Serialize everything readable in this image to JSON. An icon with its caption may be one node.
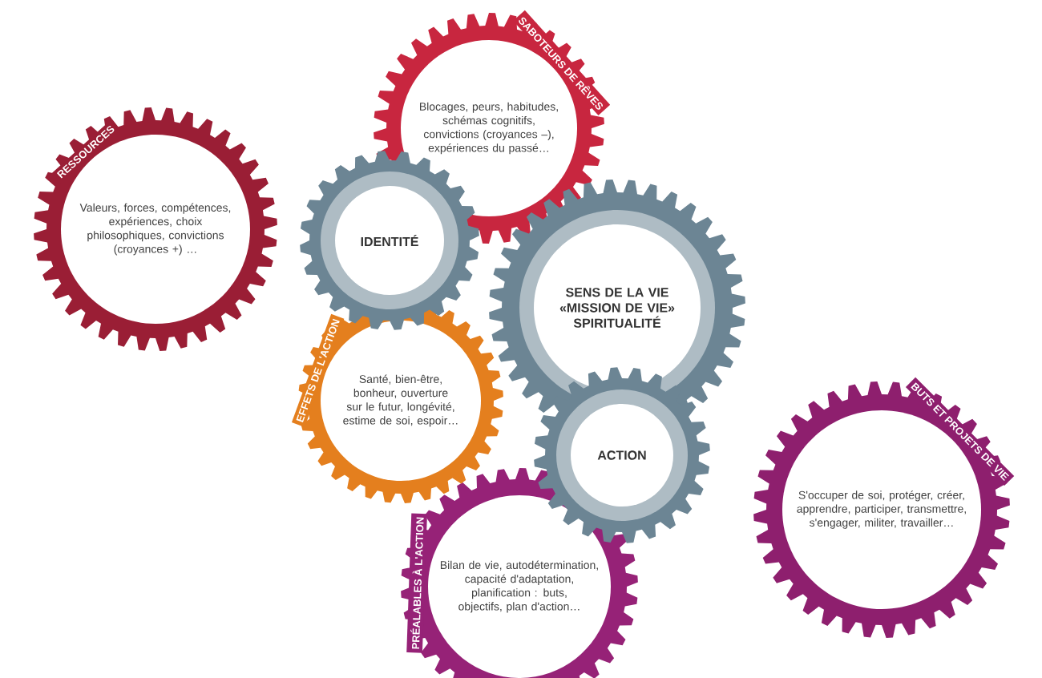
{
  "diagram": {
    "nodes": [
      {
        "text": [
          "SABOTEURS DE RÊVES",
          "Blocages, peurs, habitudes, schémas cognitifs, convictions (croyances –), expériences du passé…"
        ]
      },
      {
        "text": [
          "RESSOURCES",
          "Valeurs, forces, compétences, expériences, choix philosophiques, convictions (croyances +) …"
        ]
      },
      {
        "text": [
          "IDENTITÉ"
        ]
      },
      {
        "text": [
          "SENS DE LA VIE «MISSION DE VIE» SPIRITUALITÉ"
        ]
      },
      {
        "text": [
          "EFFETS DE L'ACTION",
          "Santé, bien-être, bonheur, ouverture sur le futur, longévité, estime de soi, espoir…"
        ]
      },
      {
        "text": [
          "ACTION"
        ]
      },
      {
        "text": [
          "BUTS ET PROJETS DE VIE",
          "S'occuper de soi, protéger, créer, apprendre, participer, transmettre, s'engager, militer, travailler…"
        ]
      },
      {
        "text": [
          "PRÉALABLES À L'ACTION",
          "Bilan de vie, autodétermination, capacité d'adaptation, planification : buts, objectifs, plan d'action…"
        ]
      }
    ]
  }
}
